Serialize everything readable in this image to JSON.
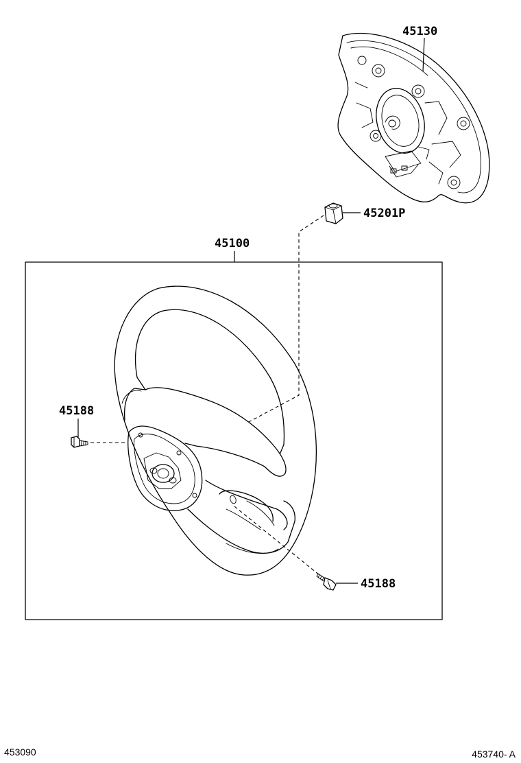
{
  "parts": {
    "airbag_label": "45130",
    "nut_label": "45201P",
    "wheel_assy_label": "45100",
    "screw_left_label": "45188",
    "screw_right_label": "45188"
  },
  "footer": {
    "left_code": "453090",
    "right_code": "453740- A"
  }
}
